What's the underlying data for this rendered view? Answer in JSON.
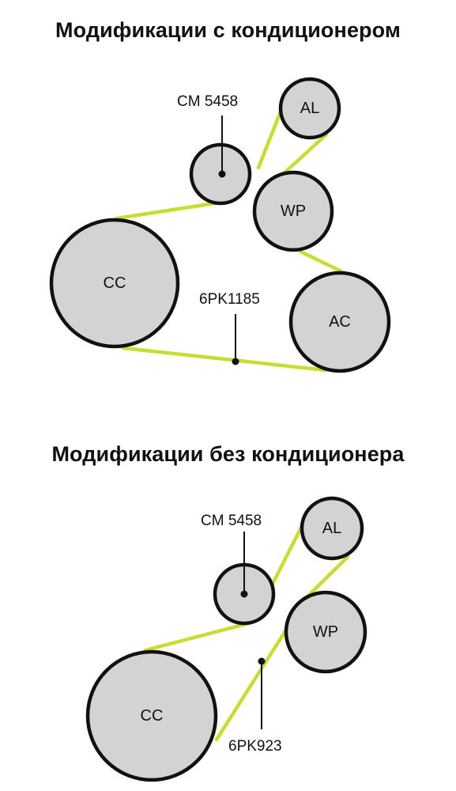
{
  "colors": {
    "belt": "#C9DC2F",
    "pulley_fill": "#D3D3D3",
    "outline": "#111111"
  },
  "section_with_ac": {
    "title": "Модификации с кондиционером",
    "pulleys": {
      "al": "AL",
      "wp": "WP",
      "cc": "CC",
      "ac": "AC"
    },
    "tensioner_label": "CM 5458",
    "belt_label": "6PK1185"
  },
  "section_without_ac": {
    "title": "Модификации без кондиционера",
    "pulleys": {
      "al": "AL",
      "wp": "WP",
      "cc": "CC"
    },
    "tensioner_label": "CM 5458",
    "belt_label": "6PK923"
  }
}
